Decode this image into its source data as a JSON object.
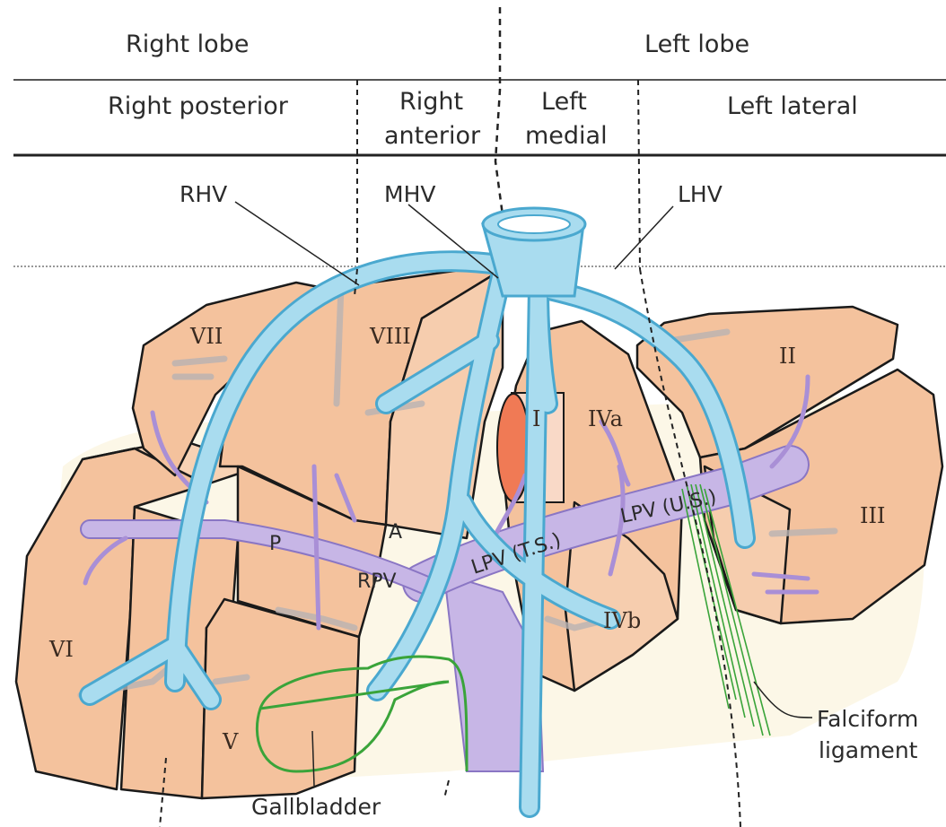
{
  "header": {
    "lobes": {
      "right": "Right lobe",
      "left": "Left lobe"
    },
    "sections": {
      "right_posterior": "Right posterior",
      "right_anterior_1": "Right",
      "right_anterior_2": "anterior",
      "left_medial_1": "Left",
      "left_medial_2": "medial",
      "left_lateral": "Left lateral"
    }
  },
  "veins": {
    "rhv": "RHV",
    "mhv": "MHV",
    "lhv": "LHV"
  },
  "segments": {
    "s1": "I",
    "s2": "II",
    "s3": "III",
    "s4a": "IVa",
    "s4b": "IVb",
    "s5": "V",
    "s6": "VI",
    "s7": "VII",
    "s8": "VIII"
  },
  "portal": {
    "p": "P",
    "a": "A",
    "rpv": "RPV",
    "lpv_ts": "LPV (T.S.)",
    "lpv_us": "LPV (U.S.)"
  },
  "structures": {
    "gallbladder": "Gallbladder",
    "falciform_1": "Falciform",
    "falciform_2": "ligament"
  },
  "colors": {
    "liver": "#f4c29d",
    "liver_light": "#f8d6bb",
    "hepatic_vein": "#a9dcef",
    "hepatic_vein_edge": "#4aa8cf",
    "portal_vein": "#c7b6e6",
    "portal_vein_edge": "#8a76c4",
    "ivc": "#f07a55",
    "gallbladder": "#3aa43a",
    "ligament": "#3aa43a"
  }
}
